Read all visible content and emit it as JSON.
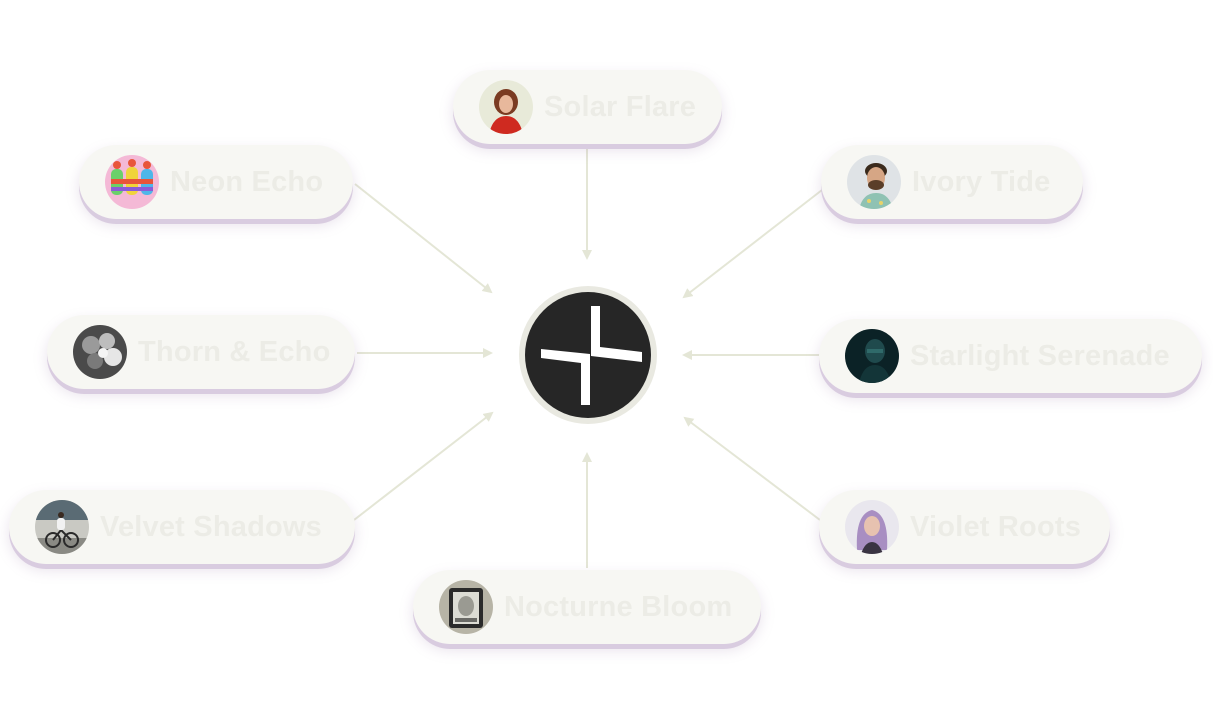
{
  "hub": {
    "logo": "split-cross-logo",
    "color": "#262626",
    "ring": "#e9e9e1"
  },
  "connector_color": "#e4e6d6",
  "artists": [
    {
      "name": "Solar Flare",
      "avatar": "woman-red-jacket-avatar"
    },
    {
      "name": "Neon Echo",
      "avatar": "colorful-figures-avatar"
    },
    {
      "name": "Ivory Tide",
      "avatar": "bearded-man-avatar"
    },
    {
      "name": "Thorn & Echo",
      "avatar": "monochrome-flowers-avatar"
    },
    {
      "name": "Starlight Serenade",
      "avatar": "dark-teal-figure-avatar"
    },
    {
      "name": "Velvet Shadows",
      "avatar": "cyclist-street-avatar"
    },
    {
      "name": "Violet Roots",
      "avatar": "lavender-hair-woman-avatar"
    },
    {
      "name": "Nocturne Bloom",
      "avatar": "framed-portrait-avatar"
    }
  ]
}
